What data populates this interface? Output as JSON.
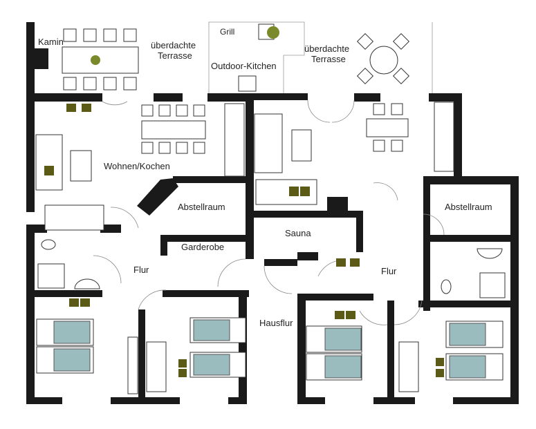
{
  "title": "Grundriss Ferienhaus",
  "colors": {
    "wall": "#1a1a1a",
    "bed": "#9bbcbf",
    "cushion": "#5b5a17",
    "plant": "#7a8a2a"
  },
  "labels": {
    "kamin": "Kamin",
    "terrasse_left_1": "überdachte",
    "terrasse_left_2": "Terrasse",
    "grill": "Grill",
    "outdoor_kitchen": "Outdoor-Kitchen",
    "terrasse_right_1": "überdachte",
    "terrasse_right_2": "Terrasse",
    "wohnen": "Wohnen/Kochen",
    "abstellraum_left": "Abstellraum",
    "garderobe": "Garderobe",
    "flur_left": "Flur",
    "sauna": "Sauna",
    "hausflur": "Hausflur",
    "abstellraum_right": "Abstellraum",
    "flur_right": "Flur"
  }
}
